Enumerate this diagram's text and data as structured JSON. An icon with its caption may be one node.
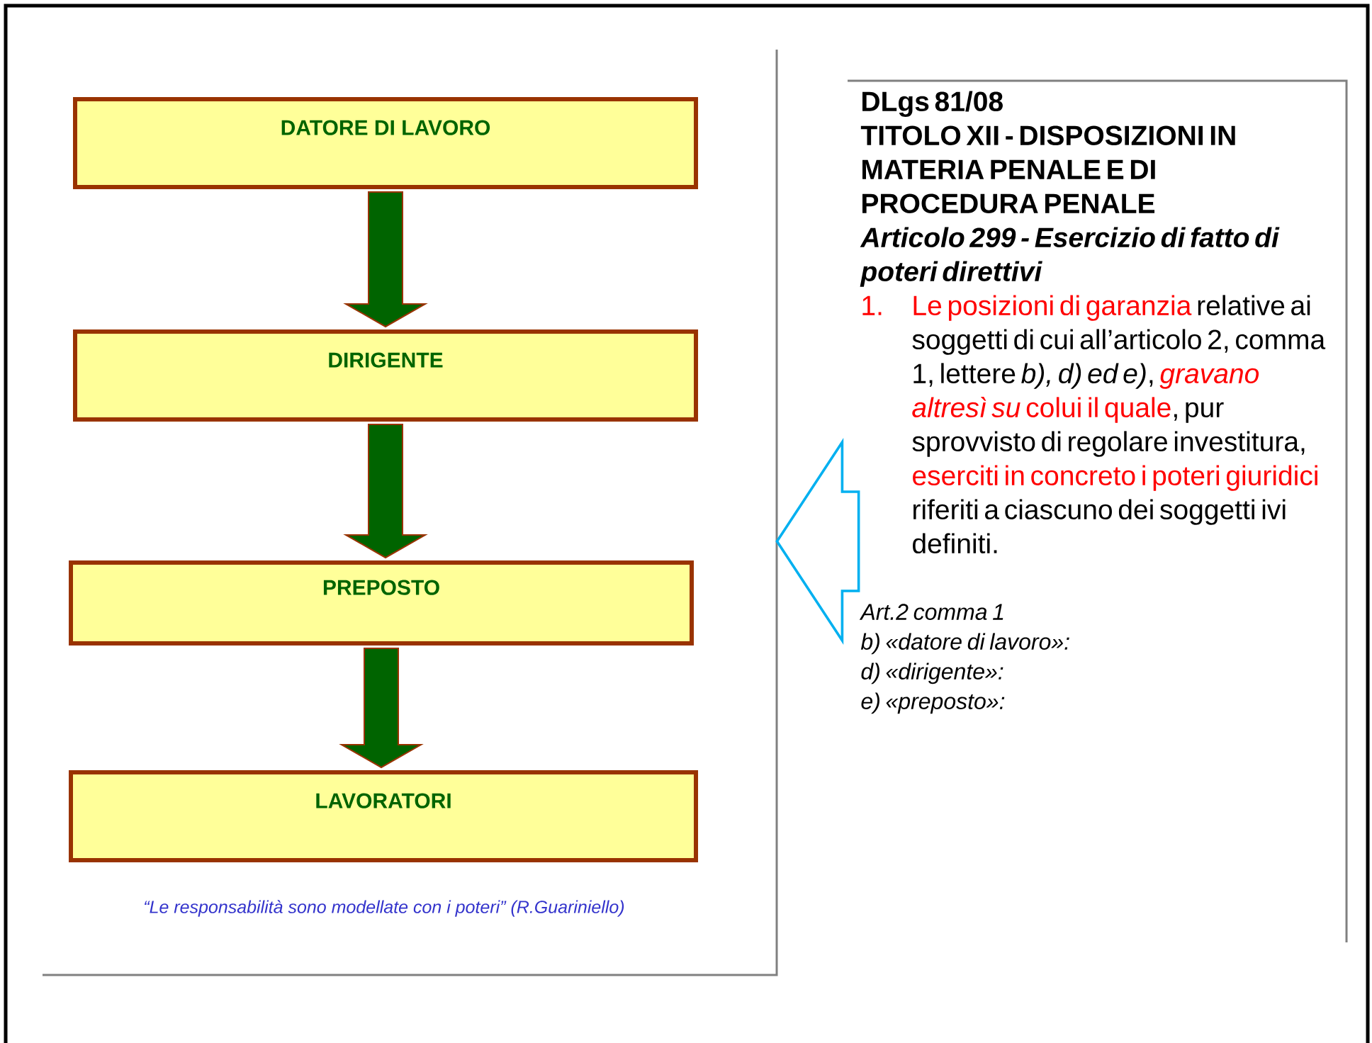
{
  "diagram": {
    "nodes": [
      {
        "text": [
          "“Le responsabilità sono modellate con i poteri” (R.Guariniello)"
        ]
      },
      {
        "text": [
          "DATORE DI LAVORO"
        ],
        "in": 0
      },
      {
        "text": [
          "DIRIGENTE"
        ],
        "in": 0
      },
      {
        "text": [
          "PREPOSTO"
        ],
        "in": 0
      },
      {
        "text": [
          "LAVORATORI"
        ],
        "in": 0
      },
      {
        "text": [
          "DLgs 81/08",
          "TITOLO XII - DISPOSIZIONI IN MATERIA PENALE E DI PROCEDURA PENALE",
          "Articolo 299 - Esercizio di fatto di poteri direttivi",
          "1.",
          "Le posizioni di garanzia",
          "relative ai soggetti di cui all’articolo 2, comma 1, lettere *b), d) ed e)*,",
          "gravano altresì su",
          "colui il quale",
          ", pur sprovvisto di regolare investitura,",
          "eserciti in concreto i poteri giuridici",
          "riferiti a ciascuno dei soggetti ivi definiti.",
          "Art.2 comma 1",
          "b) «datore di lavoro»:",
          "d) «dirigente»:",
          "e) «preposto»:"
        ]
      }
    ],
    "edges": [
      {
        "from": 1,
        "to": 2,
        "arrow": "to"
      },
      {
        "from": 2,
        "to": 3,
        "arrow": "to"
      },
      {
        "from": 3,
        "to": 4,
        "arrow": "to"
      },
      {
        "from": 5,
        "to": 0,
        "arrow": "to",
        "color": "#00b0f0"
      }
    ]
  }
}
